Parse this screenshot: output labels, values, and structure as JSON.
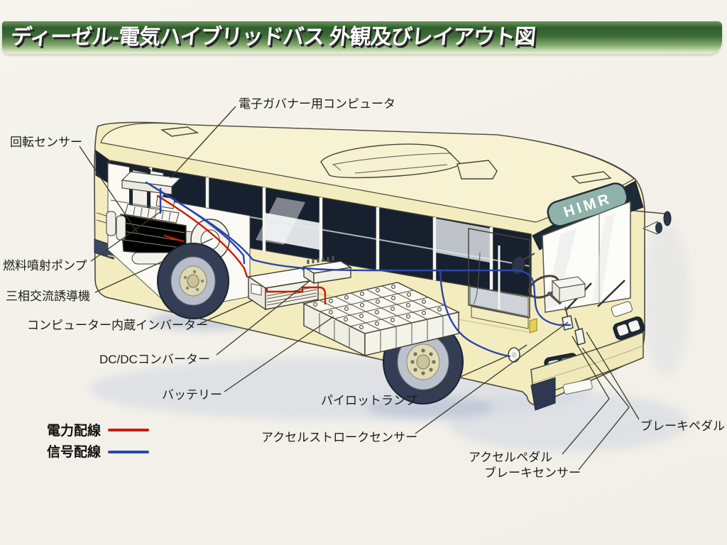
{
  "banner": {
    "title": "ディーゼル-電気ハイブリッドバス 外観及びレイアウト図"
  },
  "diagram": {
    "bus_destination_sign": "HIMR",
    "component_labels": {
      "governor_computer": "電子ガバナー用コンピュータ",
      "rotation_sensor": "回転センサー",
      "fuel_injection_pump": "燃料噴射ポンプ",
      "induction_machine": "三相交流誘導機",
      "inverter_with_computer": "コンピューター内蔵インバーター",
      "dcdc_converter": "DC/DCコンバーター",
      "battery": "バッテリー",
      "pilot_lamp": "パイロットランプ",
      "accel_stroke_sensor": "アクセルストロークセンサー",
      "brake_pedal": "ブレーキペダル",
      "accel_pedal": "アクセルペダル",
      "brake_sensor": "ブレーキセンサー"
    },
    "legend": {
      "power_wiring": {
        "label": "電力配線",
        "color": "#d01800"
      },
      "signal_wiring": {
        "label": "信号配線",
        "color": "#2a46ae"
      }
    },
    "colors": {
      "banner_green_dark": "#2f5e2c",
      "banner_green_light": "#cfe0ba",
      "bus_body_cream": "#f2ecbf",
      "window_dark": "#16202e",
      "sign_teal": "#8fb3aa",
      "shadow_blue_gray": "#cdd3e2"
    }
  }
}
